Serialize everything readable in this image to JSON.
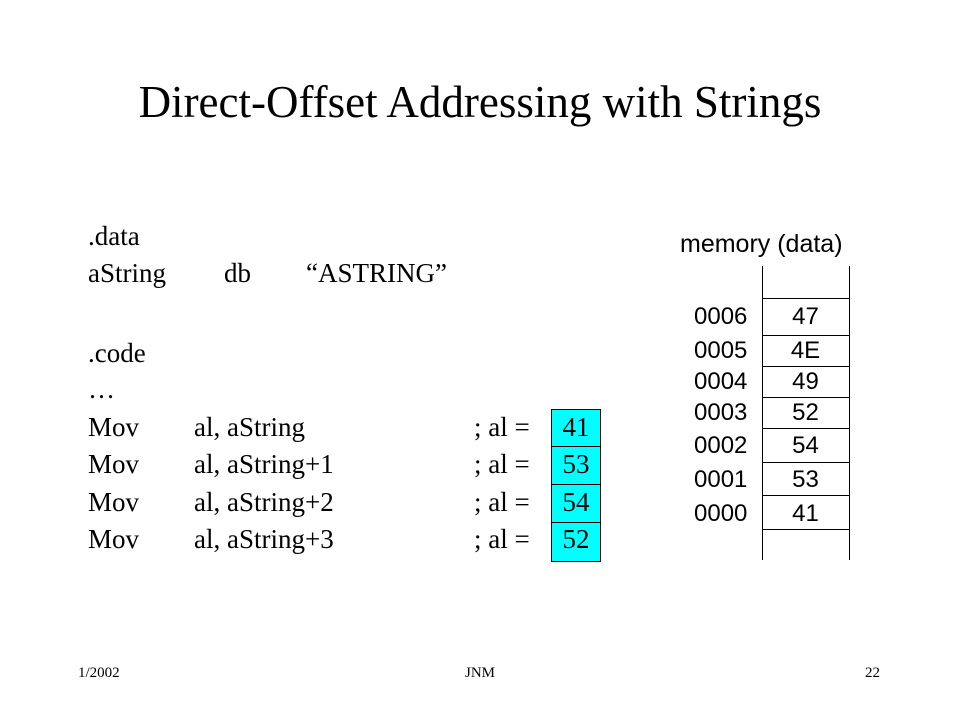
{
  "slide": {
    "title": "Direct-Offset Addressing with Strings",
    "code": {
      "data_directive": ".data",
      "declaration": {
        "label": "aString",
        "directive": "db",
        "value": "“ASTRING”"
      },
      "code_directive": ".code",
      "ellipsis": "…",
      "instructions": [
        {
          "op": "Mov",
          "operands": "al, aString",
          "comment": "; al =",
          "result": "41"
        },
        {
          "op": "Mov",
          "operands": "al, aString+1",
          "comment": "; al =",
          "result": "53"
        },
        {
          "op": "Mov",
          "operands": "al, aString+2",
          "comment": "; al =",
          "result": "54"
        },
        {
          "op": "Mov",
          "operands": "al, aString+3",
          "comment": "; al =",
          "result": "52"
        }
      ]
    },
    "memory": {
      "title": "memory (data)",
      "cells": [
        {
          "address": "0006",
          "value": "47"
        },
        {
          "address": "0005",
          "value": "4E"
        },
        {
          "address": "0004",
          "value": "49"
        },
        {
          "address": "0003",
          "value": "52"
        },
        {
          "address": "0002",
          "value": "54"
        },
        {
          "address": "0001",
          "value": "53"
        },
        {
          "address": "0000",
          "value": "41"
        }
      ]
    },
    "footer": {
      "date": "1/2002",
      "author": "JNM",
      "page": "22"
    }
  },
  "colors": {
    "highlight": "#00ffff",
    "text": "#000000",
    "background": "#ffffff"
  }
}
